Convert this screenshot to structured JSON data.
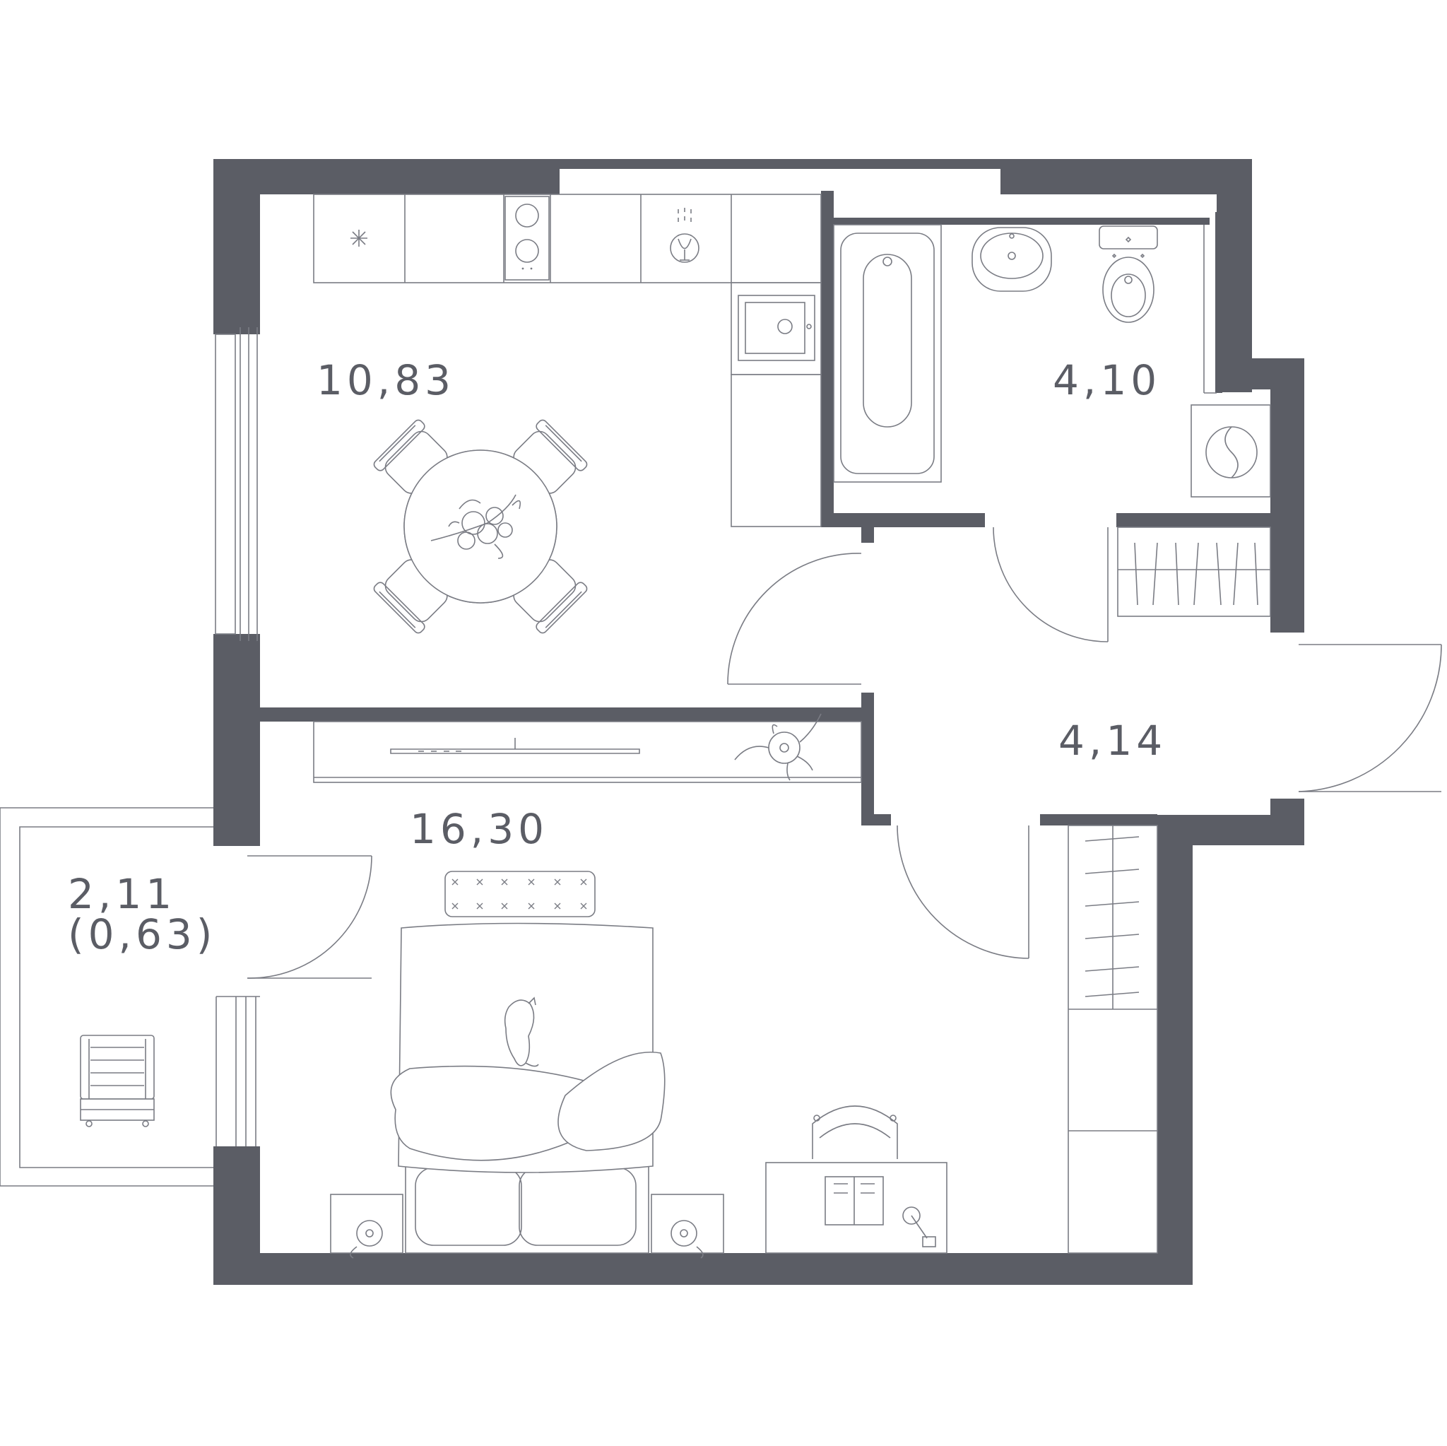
{
  "rooms": {
    "kitchen": {
      "area": "10,83"
    },
    "bathroom": {
      "area": "4,10"
    },
    "hallway": {
      "area": "4,14"
    },
    "living_room": {
      "area": "16,30"
    },
    "balcony": {
      "area": "2,11",
      "reduced_area": "(0,63)"
    }
  },
  "colors": {
    "walls": "#5b5d65",
    "lines": "#7a7c84",
    "background": "#ffffff"
  }
}
